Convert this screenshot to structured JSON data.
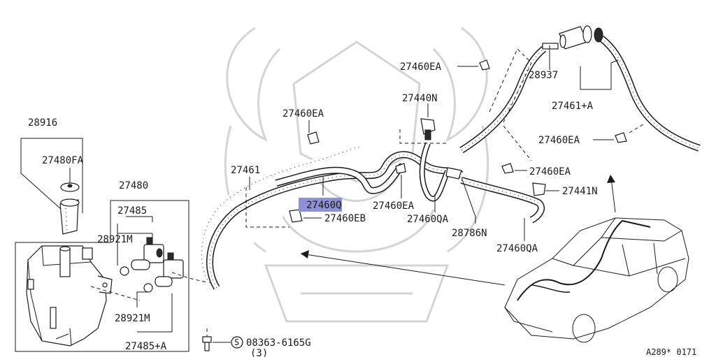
{
  "diagram": {
    "highlight_color": "#8f90d6",
    "labels": {
      "p28916": "28916",
      "p27480FA": "27480FA",
      "p27480": "27480",
      "p27485": "27485",
      "p28921M_top": "28921M",
      "p28921M_bottom": "28921M",
      "p27485A": "27485+A",
      "p27461": "27461",
      "p27460EA_mid": "27460EA",
      "p27460EA_top": "27460EA",
      "p27440N": "27440N",
      "p28937": "28937",
      "p27461A": "27461+A",
      "p27460EA_right": "27460EA",
      "p27460EA_lower": "27460EA",
      "p27441N": "27441N",
      "p27460Q": "27460Q",
      "p27460EB": "27460EB",
      "p27460EA_center": "27460EA",
      "p27460QA_center": "27460QA",
      "p28786N": "28786N",
      "p27460QA_right": "27460QA",
      "screw_code": "08363-6165G",
      "screw_symbol": "S",
      "screw_qty": "(3)",
      "figure_ref": "A289* 0171"
    }
  }
}
